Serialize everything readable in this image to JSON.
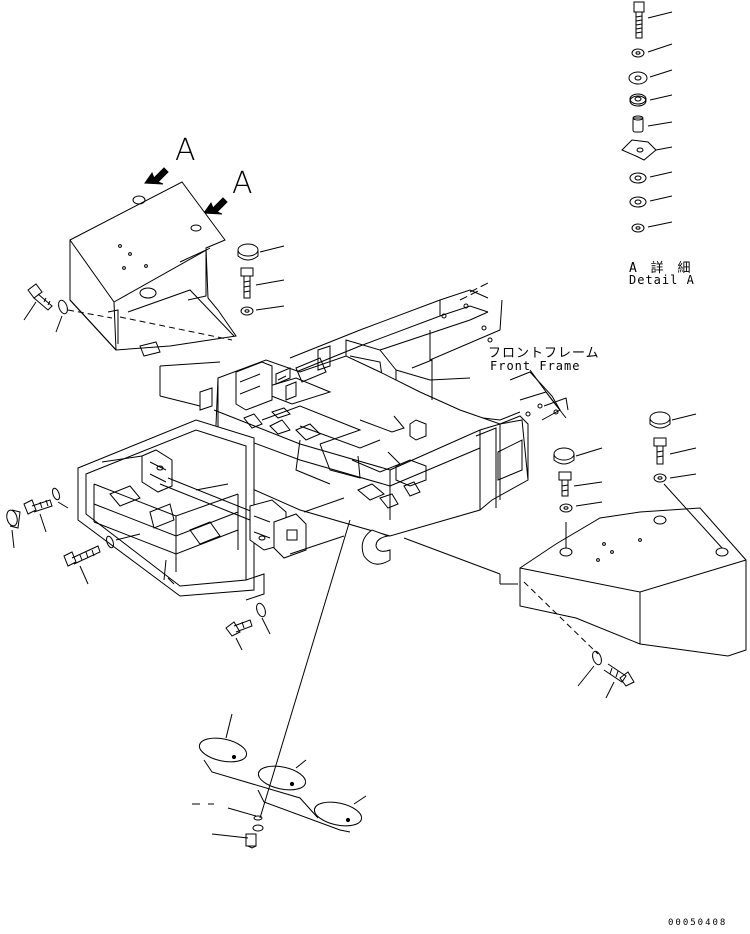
{
  "labels": {
    "view_a_1": "A",
    "view_a_2": "A",
    "detail_jp": "A 詳 細",
    "detail_en": "Detail A",
    "front_frame_jp": "フロントフレーム",
    "front_frame_en": "Front Frame",
    "document_number": "00050408"
  },
  "colors": {
    "line": "#000000",
    "background": "#ffffff"
  }
}
